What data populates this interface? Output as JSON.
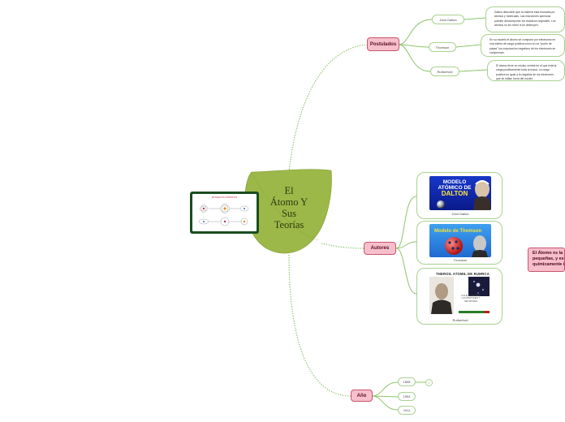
{
  "central": {
    "lines": [
      "El",
      "Átomo Y",
      "Sus",
      "Teorías"
    ]
  },
  "thumbnail": {
    "title": "MODELOS ATÓMICOS"
  },
  "branches": {
    "postulados": {
      "label": "Postulados",
      "children": [
        {
          "label": "John Dalton",
          "note": "Dalton descubrió que la materia está formada por átomos y moléculas. Las reacciones químicas pueden descomponer los reactivos originales. Los átomos no se crean ni se destruyen."
        },
        {
          "label": "Thomson",
          "note": "En su modelo el átomo se compone por electrones en una esfera de carga positiva como en un \"pudín de pasas\" los corpúsculos negativos de los electrones se compensan."
        },
        {
          "label": "Rutherford",
          "note": "El átomo tiene un núcleo central en el que está la carga positivamente toda la masa. La carga positiva es igual a la negativa de los electrones, que se hallan fuera del núcleo."
        }
      ]
    },
    "autores": {
      "label": "Autores",
      "children": [
        {
          "label": "John Dalton",
          "image": {
            "line1": "MODELO",
            "line2": "ATÓMICO DE",
            "line3": "DALTON"
          }
        },
        {
          "label": "Thomson",
          "image": {
            "title": "Modelo de Thomson"
          }
        },
        {
          "label": "Rutherford",
          "image": {
            "title": "THEROIL ATOMIL DE RUHRCA",
            "caption": "LOS ELECTRONES, LOS PROTONES Y NEUTRONES"
          }
        }
      ],
      "side_note": {
        "line1": "El Átomo  es la partícula más",
        "line2": "pequeñas,  y es la unidad",
        "line3": "químicamente indivisible"
      }
    },
    "ano": {
      "label": "Año",
      "children": [
        {
          "label": "1808",
          "badge": "1"
        },
        {
          "label": "1904"
        },
        {
          "label": "1911"
        }
      ]
    }
  },
  "colors": {
    "connector": "#8cc46b",
    "central_leaf": "#9cb848",
    "topic_fill": "#f7bfcc",
    "topic_border": "#c9566f",
    "thumbnail_frame": "#1a4d1f"
  }
}
